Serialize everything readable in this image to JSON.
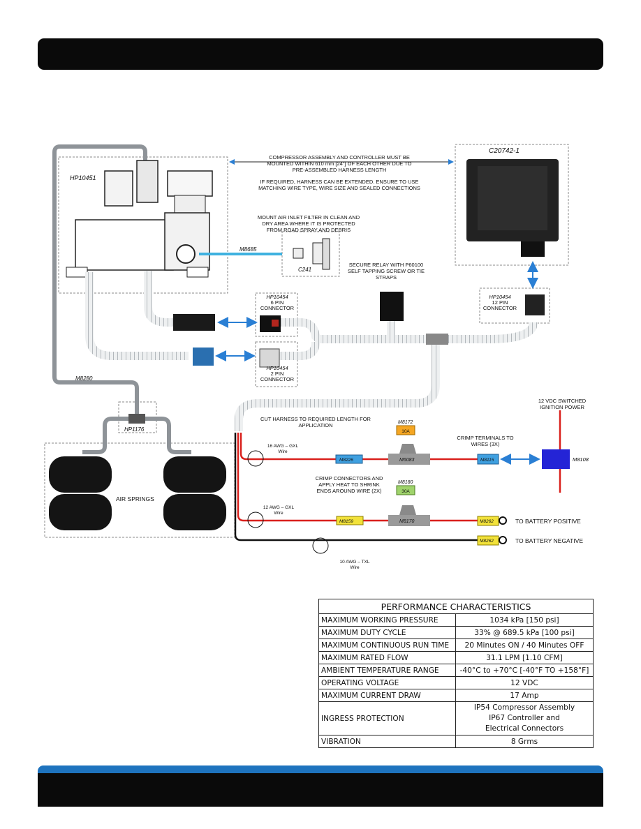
{
  "labels": {
    "compressor_note": [
      "COMPRESSOR ASSEMBLY AND CONTROLLER MUST BE",
      "MOUNTED WITHIN 610 mm [24\"] OF EACH OTHER DUE TO",
      "PRE-ASSEMBLED HARNESS LENGTH"
    ],
    "extend_note": [
      "IF REQUIRED, HARNESS CAN BE EXTENDED. ENSURE TO USE",
      "MATCHING WIRE TYPE, WIRE SIZE AND SEALED CONNECTIONS"
    ],
    "controller_part": "C20742-1",
    "compressor_part": "HP10451",
    "filter_note": [
      "MOUNT AIR INLET FILTER IN CLEAN AND",
      "DRY AREA WHERE IT IS PROTECTED",
      "FROM ROAD SPRAY AND DEBRIS"
    ],
    "air_line": "M8685",
    "filter_part": "C241",
    "relay_note": [
      "SECURE RELAY WITH P60100",
      "SELF TAPPING SCREW OR TIE",
      "STRAPS"
    ],
    "conn12": [
      "HP10454",
      "12 PIN",
      "CONNECTOR"
    ],
    "conn6": [
      "HP10454",
      "6 PIN",
      "CONNECTOR"
    ],
    "conn2": [
      "HP10454",
      "2 PIN",
      "CONNECTOR"
    ],
    "air_hose": "M8280",
    "tee": "HP1176",
    "cut_note": [
      "CUT HARNESS TO REQUIRED LENGTH FOR",
      "APPLICATION"
    ],
    "ignition": [
      "12 VDC SWITCHED",
      "IGNITION POWER"
    ],
    "wire16": [
      "16 AWG – GXL",
      "Wire"
    ],
    "wire12": [
      "12 AWG – GXL",
      "Wire"
    ],
    "wire10": [
      "10 AWG – TXL",
      "Wire"
    ],
    "fuse10_part": "M8172",
    "fuse10_rating": "10A",
    "fuse30_part": "M8180",
    "fuse30_rating": "30A",
    "fuseholder_small": "M6083",
    "fuseholder_large": "M8170",
    "butt_blue": "M8226",
    "butt_yellow": "M8159",
    "term_blue": "M8115",
    "term_pos": "M8262",
    "term_neg": "M8262",
    "ignition_conn": "M8108",
    "crimp_terminals": [
      "CRIMP TERMINALS TO",
      "WIRES (3X)"
    ],
    "crimp_connectors": [
      "CRIMP CONNECTORS AND",
      "APPLY HEAT TO SHRINK",
      "ENDS AROUND WIRE (2X)"
    ],
    "to_positive": "TO BATTERY POSITIVE",
    "to_negative": "TO BATTERY NEGATIVE",
    "air_springs": "AIR SPRINGS"
  },
  "performance": {
    "title": "PERFORMANCE CHARACTERISTICS",
    "rows": [
      {
        "label": "MAXIMUM WORKING PRESSURE",
        "value": "1034 kPa [150 psi]"
      },
      {
        "label": "MAXIMUM DUTY CYCLE",
        "value": "33% @ 689.5 kPa [100 psi]"
      },
      {
        "label": "MAXIMUM CONTINUOUS RUN TIME",
        "value": "20 Minutes ON / 40 Minutes OFF"
      },
      {
        "label": "MAXIMUM RATED FLOW",
        "value": "31.1 LPM [1.10 CFM]"
      },
      {
        "label": "AMBIENT TEMPERATURE RANGE",
        "value": "-40°C to +70°C [-40°F TO +158°F]"
      },
      {
        "label": "OPERATING VOLTAGE",
        "value": "12 VDC"
      },
      {
        "label": "MAXIMUM CURRENT DRAW",
        "value": "17 Amp"
      }
    ],
    "ingress_label": "INGRESS PROTECTION",
    "ingress_values": [
      "IP54 Compressor Assembly",
      "IP67 Controller and",
      "Electrical Connectors"
    ],
    "vibration_label": "VIBRATION",
    "vibration_value": "8 Grms"
  },
  "colors": {
    "red_wire": "#d9201c",
    "blue_arrow": "#2a7fd4",
    "footer_accent": "#1e73be",
    "fuse10": "#f5a623",
    "fuse30": "#9fd36b"
  }
}
